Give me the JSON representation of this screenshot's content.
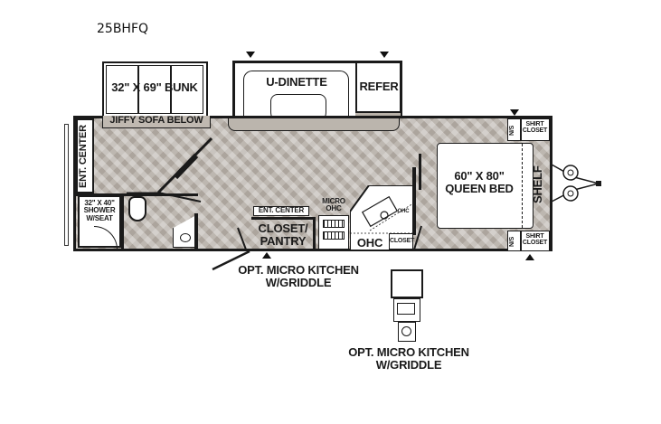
{
  "title": "25BHFQ",
  "floorplan": {
    "bunk": "32\" X 69\" BUNK",
    "jiffy_sofa": "JIFFY SOFA BELOW",
    "ent_center_left": "ENT. CENTER",
    "shower": "32\" X 40\" SHOWER W/SEAT",
    "u_dinette": "U-DINETTE",
    "refer": "REFER",
    "ent_center_kitchen": "ENT. CENTER",
    "closet_pantry_1": "CLOSET/",
    "closet_pantry_2": "PANTRY",
    "micro_ohc_1": "MICRO",
    "micro_ohc_2": "OHC",
    "ohc_main": "OHC",
    "ohc_small": "OHC",
    "closet_small": "CLOSET",
    "queen_bed_1": "60\" X 80\"",
    "queen_bed_2": "QUEEN BED",
    "shelf": "SHELF",
    "ns_top": "N/S",
    "ns_bottom": "N/S",
    "shirt_closet_top": "SHIRT CLOSET",
    "shirt_closet_bottom": "SHIRT CLOSET",
    "opt_micro_kitchen_1": "OPT. MICRO KITCHEN",
    "opt_micro_kitchen_2": "W/GRIDDLE",
    "opt_micro_kitchen_detail_1": "OPT. MICRO KITCHEN",
    "opt_micro_kitchen_detail_2": "W/GRIDDLE"
  },
  "colors": {
    "floor": "#bdb7b0",
    "wall": "#1a1a1a",
    "slide_floor": "#bbb5ad"
  }
}
